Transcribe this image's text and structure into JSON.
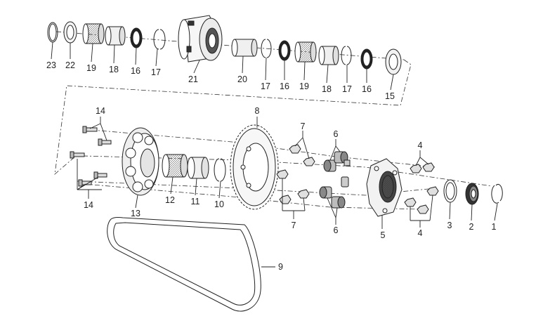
{
  "diagram": {
    "callouts": {
      "c1": "1",
      "c2": "2",
      "c3": "3",
      "c4a": "4",
      "c4b": "4",
      "c5": "5",
      "c6a": "6",
      "c6b": "6",
      "c7a": "7",
      "c7b": "7",
      "c8": "8",
      "c9": "9",
      "c10": "10",
      "c11": "11",
      "c12": "12",
      "c13": "13",
      "c14a": "14",
      "c14b": "14",
      "c15": "15",
      "c16a": "16",
      "c16b": "16",
      "c16c": "16",
      "c17a": "17",
      "c17b": "17",
      "c17c": "17",
      "c18a": "18",
      "c18b": "18",
      "c19a": "19",
      "c19b": "19",
      "c20": "20",
      "c21": "21",
      "c22": "22",
      "c23": "23"
    }
  }
}
